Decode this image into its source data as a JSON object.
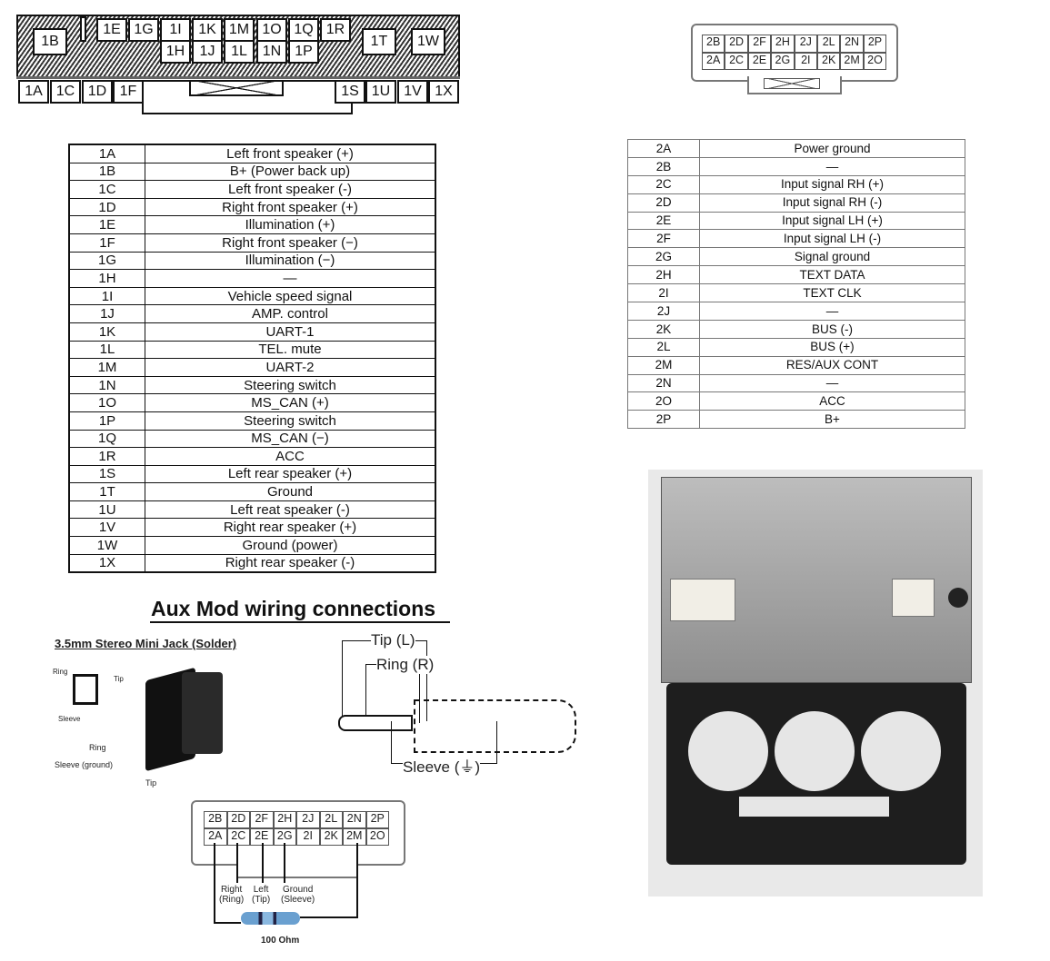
{
  "connector1": {
    "pins_top": [
      "1E",
      "1G",
      "1I",
      "1K",
      "1M",
      "1O",
      "1Q",
      "1R"
    ],
    "pins_mid": [
      "1H",
      "1J",
      "1L",
      "1N",
      "1P"
    ],
    "pins_side": [
      "1B",
      "1T",
      "1W"
    ],
    "pins_bottom_left": [
      "1A",
      "1C",
      "1D",
      "1F"
    ],
    "pins_bottom_right": [
      "1S",
      "1U",
      "1V",
      "1X"
    ]
  },
  "connector2": {
    "row_top": [
      "2B",
      "2D",
      "2F",
      "2H",
      "2J",
      "2L",
      "2N",
      "2P"
    ],
    "row_bottom": [
      "2A",
      "2C",
      "2E",
      "2G",
      "2I",
      "2K",
      "2M",
      "2O"
    ]
  },
  "table1": [
    [
      "1A",
      "Left front speaker (+)"
    ],
    [
      "1B",
      "B+ (Power back up)"
    ],
    [
      "1C",
      "Left front speaker (-)"
    ],
    [
      "1D",
      "Right front speaker (+)"
    ],
    [
      "1E",
      "Illumination (+)"
    ],
    [
      "1F",
      "Right front speaker (−)"
    ],
    [
      "1G",
      "Illumination (−)"
    ],
    [
      "1H",
      "—"
    ],
    [
      "1I",
      "Vehicle speed signal"
    ],
    [
      "1J",
      "AMP. control"
    ],
    [
      "1K",
      "UART-1"
    ],
    [
      "1L",
      "TEL. mute"
    ],
    [
      "1M",
      "UART-2"
    ],
    [
      "1N",
      "Steering switch"
    ],
    [
      "1O",
      "MS_CAN (+)"
    ],
    [
      "1P",
      "Steering switch"
    ],
    [
      "1Q",
      "MS_CAN (−)"
    ],
    [
      "1R",
      "ACC"
    ],
    [
      "1S",
      "Left rear speaker (+)"
    ],
    [
      "1T",
      "Ground"
    ],
    [
      "1U",
      "Left reat speaker (-)"
    ],
    [
      "1V",
      "Right rear speaker (+)"
    ],
    [
      "1W",
      "Ground (power)"
    ],
    [
      "1X",
      "Right rear speaker (-)"
    ]
  ],
  "table2": [
    [
      "2A",
      "Power ground"
    ],
    [
      "2B",
      "—"
    ],
    [
      "2C",
      "Input signal RH (+)"
    ],
    [
      "2D",
      "Input signal RH (-)"
    ],
    [
      "2E",
      "Input signal LH (+)"
    ],
    [
      "2F",
      "Input signal LH (-)"
    ],
    [
      "2G",
      "Signal ground"
    ],
    [
      "2H",
      "TEXT DATA"
    ],
    [
      "2I",
      "TEXT CLK"
    ],
    [
      "2J",
      "—"
    ],
    [
      "2K",
      "BUS (-)"
    ],
    [
      "2L",
      "BUS (+)"
    ],
    [
      "2M",
      "RES/AUX CONT"
    ],
    [
      "2N",
      "—"
    ],
    [
      "2O",
      "ACC"
    ],
    [
      "2P",
      "B+"
    ]
  ],
  "aux": {
    "title": "Aux Mod wiring connections",
    "jack_title": "3.5mm Stereo Mini Jack (Solder)",
    "mini_ring": "Ring",
    "mini_tip": "Tip",
    "mini_sleeve": "Sleeve",
    "jack_ring": "Ring",
    "jack_sleeve": "Sleeve (ground)",
    "jack_tip": "Tip",
    "plug_tip": "Tip (L)",
    "plug_ring": "Ring (R)",
    "plug_sleeve": "Sleeve (⏚)",
    "wire_right": "Right",
    "wire_right2": "(Ring)",
    "wire_left": "Left",
    "wire_left2": "(Tip)",
    "wire_ground": "Ground",
    "wire_ground2": "(Sleeve)",
    "resistor": "100 Ohm"
  }
}
